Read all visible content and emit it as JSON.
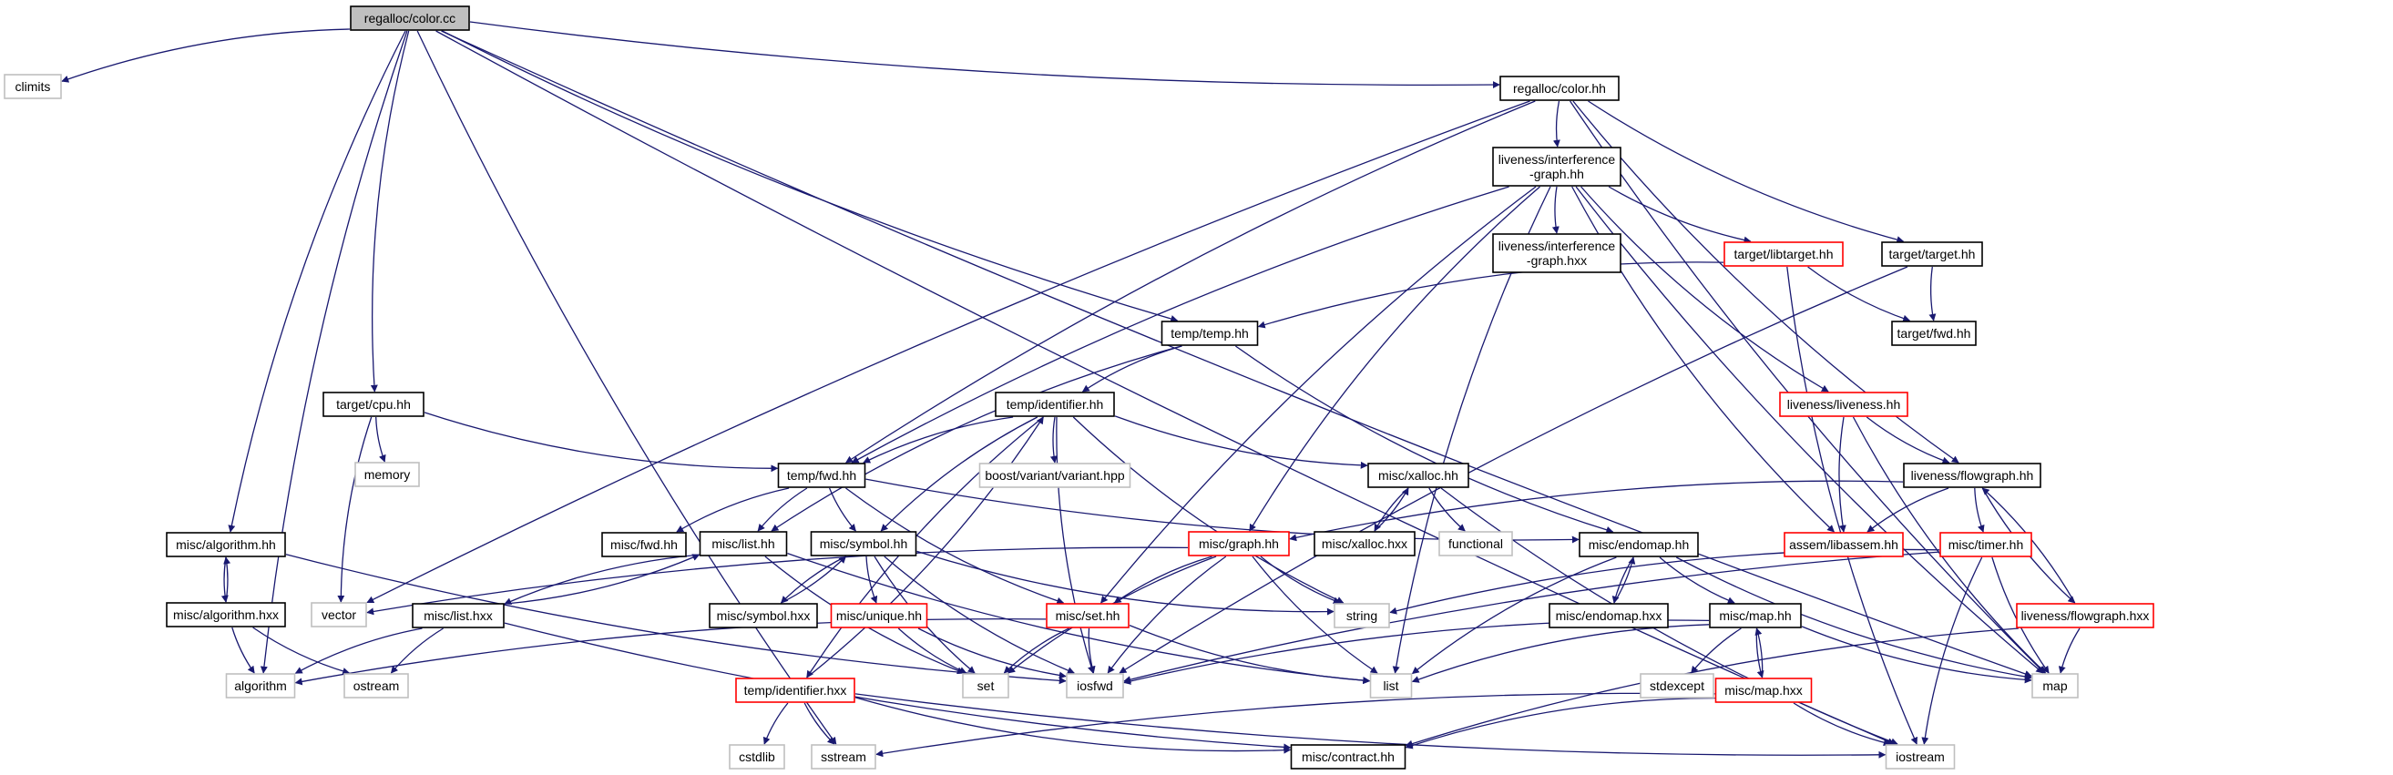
{
  "colors": {
    "edge": "#191970",
    "root_fill": "#bfbfbf",
    "red_border": "#ff0000",
    "gray_border": "#bfbfbf"
  },
  "nodes": [
    {
      "id": "color_cc",
      "lines": [
        "regalloc/color.cc"
      ],
      "style": "root"
    },
    {
      "id": "climits",
      "lines": [
        "climits"
      ],
      "style": "gray"
    },
    {
      "id": "color_hh",
      "lines": [
        "regalloc/color.hh"
      ],
      "style": "normal"
    },
    {
      "id": "ig_hh",
      "lines": [
        "liveness/interference",
        "-graph.hh"
      ],
      "style": "normal"
    },
    {
      "id": "ig_hxx",
      "lines": [
        "liveness/interference",
        "-graph.hxx"
      ],
      "style": "normal"
    },
    {
      "id": "libtarget",
      "lines": [
        "target/libtarget.hh"
      ],
      "style": "red"
    },
    {
      "id": "target_hh",
      "lines": [
        "target/target.hh"
      ],
      "style": "normal"
    },
    {
      "id": "target_fwd",
      "lines": [
        "target/fwd.hh"
      ],
      "style": "normal"
    },
    {
      "id": "temp_hh",
      "lines": [
        "temp/temp.hh"
      ],
      "style": "normal"
    },
    {
      "id": "temp_id_hh",
      "lines": [
        "temp/identifier.hh"
      ],
      "style": "normal"
    },
    {
      "id": "cpu_hh",
      "lines": [
        "target/cpu.hh"
      ],
      "style": "normal"
    },
    {
      "id": "memory",
      "lines": [
        "memory"
      ],
      "style": "gray"
    },
    {
      "id": "temp_fwd",
      "lines": [
        "temp/fwd.hh"
      ],
      "style": "normal"
    },
    {
      "id": "boost_variant",
      "lines": [
        "boost/variant/variant.hpp"
      ],
      "style": "gray"
    },
    {
      "id": "xalloc_hh",
      "lines": [
        "misc/xalloc.hh"
      ],
      "style": "normal"
    },
    {
      "id": "xalloc_hxx",
      "lines": [
        "misc/xalloc.hxx"
      ],
      "style": "normal"
    },
    {
      "id": "functional",
      "lines": [
        "functional"
      ],
      "style": "gray"
    },
    {
      "id": "liveness_hh",
      "lines": [
        "liveness/liveness.hh"
      ],
      "style": "red"
    },
    {
      "id": "flowgraph_hh",
      "lines": [
        "liveness/flowgraph.hh"
      ],
      "style": "normal"
    },
    {
      "id": "misc_fwd",
      "lines": [
        "misc/fwd.hh"
      ],
      "style": "normal"
    },
    {
      "id": "list_hh",
      "lines": [
        "misc/list.hh"
      ],
      "style": "normal"
    },
    {
      "id": "symbol_hh",
      "lines": [
        "misc/symbol.hh"
      ],
      "style": "normal"
    },
    {
      "id": "graph_hh",
      "lines": [
        "misc/graph.hh"
      ],
      "style": "red"
    },
    {
      "id": "endomap_hh",
      "lines": [
        "misc/endomap.hh"
      ],
      "style": "normal"
    },
    {
      "id": "libassem",
      "lines": [
        "assem/libassem.hh"
      ],
      "style": "red"
    },
    {
      "id": "timer_hh",
      "lines": [
        "misc/timer.hh"
      ],
      "style": "red"
    },
    {
      "id": "algorithm_hh",
      "lines": [
        "misc/algorithm.hh"
      ],
      "style": "normal"
    },
    {
      "id": "algorithm_hxx",
      "lines": [
        "misc/algorithm.hxx"
      ],
      "style": "normal"
    },
    {
      "id": "vector",
      "lines": [
        "vector"
      ],
      "style": "gray"
    },
    {
      "id": "list_hxx",
      "lines": [
        "misc/list.hxx"
      ],
      "style": "normal"
    },
    {
      "id": "symbol_hxx",
      "lines": [
        "misc/symbol.hxx"
      ],
      "style": "normal"
    },
    {
      "id": "unique_hh",
      "lines": [
        "misc/unique.hh"
      ],
      "style": "red"
    },
    {
      "id": "set_hh",
      "lines": [
        "misc/set.hh"
      ],
      "style": "red"
    },
    {
      "id": "string",
      "lines": [
        "string"
      ],
      "style": "gray"
    },
    {
      "id": "endomap_hxx",
      "lines": [
        "misc/endomap.hxx"
      ],
      "style": "normal"
    },
    {
      "id": "map_hh",
      "lines": [
        "misc/map.hh"
      ],
      "style": "normal"
    },
    {
      "id": "flowgraph_hxx",
      "lines": [
        "liveness/flowgraph.hxx"
      ],
      "style": "red"
    },
    {
      "id": "algorithm",
      "lines": [
        "algorithm"
      ],
      "style": "gray"
    },
    {
      "id": "ostream",
      "lines": [
        "ostream"
      ],
      "style": "gray"
    },
    {
      "id": "temp_id_hxx",
      "lines": [
        "temp/identifier.hxx"
      ],
      "style": "red"
    },
    {
      "id": "set",
      "lines": [
        "set"
      ],
      "style": "gray"
    },
    {
      "id": "iosfwd",
      "lines": [
        "iosfwd"
      ],
      "style": "gray"
    },
    {
      "id": "list",
      "lines": [
        "list"
      ],
      "style": "gray"
    },
    {
      "id": "stdexcept",
      "lines": [
        "stdexcept"
      ],
      "style": "gray"
    },
    {
      "id": "map_hxx",
      "lines": [
        "misc/map.hxx"
      ],
      "style": "red"
    },
    {
      "id": "map",
      "lines": [
        "map"
      ],
      "style": "gray"
    },
    {
      "id": "cstdlib",
      "lines": [
        "cstdlib"
      ],
      "style": "gray"
    },
    {
      "id": "sstream",
      "lines": [
        "sstream"
      ],
      "style": "gray"
    },
    {
      "id": "contract_hh",
      "lines": [
        "misc/contract.hh"
      ],
      "style": "normal"
    },
    {
      "id": "iostream",
      "lines": [
        "iostream"
      ],
      "style": "gray"
    }
  ],
  "edges": [
    [
      "color_cc",
      "climits"
    ],
    [
      "color_cc",
      "color_hh"
    ],
    [
      "color_cc",
      "temp_hh"
    ],
    [
      "color_cc",
      "cpu_hh"
    ],
    [
      "color_cc",
      "algorithm_hh"
    ],
    [
      "color_cc",
      "algorithm"
    ],
    [
      "color_cc",
      "sstream"
    ],
    [
      "color_cc",
      "map"
    ],
    [
      "color_cc",
      "iostream"
    ],
    [
      "color_hh",
      "ig_hh"
    ],
    [
      "color_hh",
      "target_hh"
    ],
    [
      "color_hh",
      "flowgraph_hh"
    ],
    [
      "color_hh",
      "temp_fwd"
    ],
    [
      "color_hh",
      "vector"
    ],
    [
      "color_hh",
      "map"
    ],
    [
      "ig_hh",
      "ig_hxx"
    ],
    [
      "ig_hh",
      "libtarget"
    ],
    [
      "ig_hh",
      "liveness_hh"
    ],
    [
      "ig_hh",
      "libassem"
    ],
    [
      "ig_hh",
      "graph_hh"
    ],
    [
      "ig_hh",
      "temp_fwd"
    ],
    [
      "ig_hh",
      "set_hh"
    ],
    [
      "ig_hh",
      "list"
    ],
    [
      "ig_hh",
      "map"
    ],
    [
      "libtarget",
      "target_fwd"
    ],
    [
      "libtarget",
      "temp_hh"
    ],
    [
      "libtarget",
      "iostream"
    ],
    [
      "target_hh",
      "target_fwd"
    ],
    [
      "target_hh",
      "iosfwd"
    ],
    [
      "temp_hh",
      "temp_id_hh"
    ],
    [
      "temp_hh",
      "list_hh"
    ],
    [
      "temp_hh",
      "endomap_hh"
    ],
    [
      "temp_id_hh",
      "temp_fwd"
    ],
    [
      "temp_id_hh",
      "boost_variant"
    ],
    [
      "temp_id_hh",
      "xalloc_hh"
    ],
    [
      "temp_id_hh",
      "symbol_hh"
    ],
    [
      "temp_id_hh",
      "string"
    ],
    [
      "temp_id_hh",
      "iosfwd"
    ],
    [
      "temp_id_hh",
      "temp_id_hxx"
    ],
    [
      "cpu_hh",
      "memory"
    ],
    [
      "cpu_hh",
      "vector"
    ],
    [
      "cpu_hh",
      "temp_fwd"
    ],
    [
      "temp_fwd",
      "misc_fwd"
    ],
    [
      "temp_fwd",
      "list_hh"
    ],
    [
      "temp_fwd",
      "symbol_hh"
    ],
    [
      "temp_fwd",
      "set_hh"
    ],
    [
      "temp_fwd",
      "endomap_hh"
    ],
    [
      "xalloc_hh",
      "xalloc_hxx"
    ],
    [
      "xalloc_hh",
      "functional"
    ],
    [
      "xalloc_hh",
      "iostream"
    ],
    [
      "xalloc_hxx",
      "xalloc_hh"
    ],
    [
      "liveness_hh",
      "flowgraph_hh"
    ],
    [
      "liveness_hh",
      "libassem"
    ],
    [
      "liveness_hh",
      "map"
    ],
    [
      "flowgraph_hh",
      "graph_hh"
    ],
    [
      "flowgraph_hh",
      "libassem"
    ],
    [
      "flowgraph_hh",
      "timer_hh"
    ],
    [
      "flowgraph_hh",
      "flowgraph_hxx"
    ],
    [
      "flowgraph_hxx",
      "flowgraph_hh"
    ],
    [
      "flowgraph_hxx",
      "map"
    ],
    [
      "flowgraph_hxx",
      "contract_hh"
    ],
    [
      "list_hh",
      "list_hxx"
    ],
    [
      "list_hh",
      "set"
    ],
    [
      "list_hh",
      "list"
    ],
    [
      "list_hxx",
      "list_hh"
    ],
    [
      "list_hxx",
      "algorithm"
    ],
    [
      "list_hxx",
      "ostream"
    ],
    [
      "list_hxx",
      "contract_hh"
    ],
    [
      "symbol_hh",
      "symbol_hxx"
    ],
    [
      "symbol_hh",
      "unique_hh"
    ],
    [
      "symbol_hh",
      "set"
    ],
    [
      "symbol_hh",
      "iosfwd"
    ],
    [
      "symbol_hh",
      "string"
    ],
    [
      "symbol_hxx",
      "symbol_hh"
    ],
    [
      "unique_hh",
      "set"
    ],
    [
      "unique_hh",
      "iosfwd"
    ],
    [
      "graph_hh",
      "vector"
    ],
    [
      "graph_hh",
      "set_hh"
    ],
    [
      "graph_hh",
      "string"
    ],
    [
      "graph_hh",
      "set"
    ],
    [
      "graph_hh",
      "iosfwd"
    ],
    [
      "graph_hh",
      "list"
    ],
    [
      "set_hh",
      "set"
    ],
    [
      "set_hh",
      "iosfwd"
    ],
    [
      "set_hh",
      "algorithm"
    ],
    [
      "set_hh",
      "list"
    ],
    [
      "endomap_hh",
      "endomap_hxx"
    ],
    [
      "endomap_hh",
      "map_hh"
    ],
    [
      "endomap_hh",
      "list"
    ],
    [
      "endomap_hh",
      "map"
    ],
    [
      "endomap_hxx",
      "endomap_hh"
    ],
    [
      "map_hh",
      "map_hxx"
    ],
    [
      "map_hh",
      "stdexcept"
    ],
    [
      "map_hh",
      "iosfwd"
    ],
    [
      "map_hh",
      "map"
    ],
    [
      "map_hh",
      "list"
    ],
    [
      "map_hxx",
      "map_hh"
    ],
    [
      "map_hxx",
      "sstream"
    ],
    [
      "map_hxx",
      "contract_hh"
    ],
    [
      "map_hxx",
      "iostream"
    ],
    [
      "timer_hh",
      "iosfwd"
    ],
    [
      "timer_hh",
      "string"
    ],
    [
      "timer_hh",
      "map"
    ],
    [
      "timer_hh",
      "iostream"
    ],
    [
      "algorithm_hh",
      "algorithm_hxx"
    ],
    [
      "algorithm_hh",
      "iosfwd"
    ],
    [
      "algorithm_hxx",
      "algorithm_hh"
    ],
    [
      "algorithm_hxx",
      "algorithm"
    ],
    [
      "algorithm_hxx",
      "ostream"
    ],
    [
      "temp_id_hxx",
      "temp_id_hh"
    ],
    [
      "temp_id_hxx",
      "cstdlib"
    ],
    [
      "temp_id_hxx",
      "sstream"
    ],
    [
      "temp_id_hxx",
      "contract_hh"
    ],
    [
      "temp_id_hxx",
      "iostream"
    ]
  ]
}
